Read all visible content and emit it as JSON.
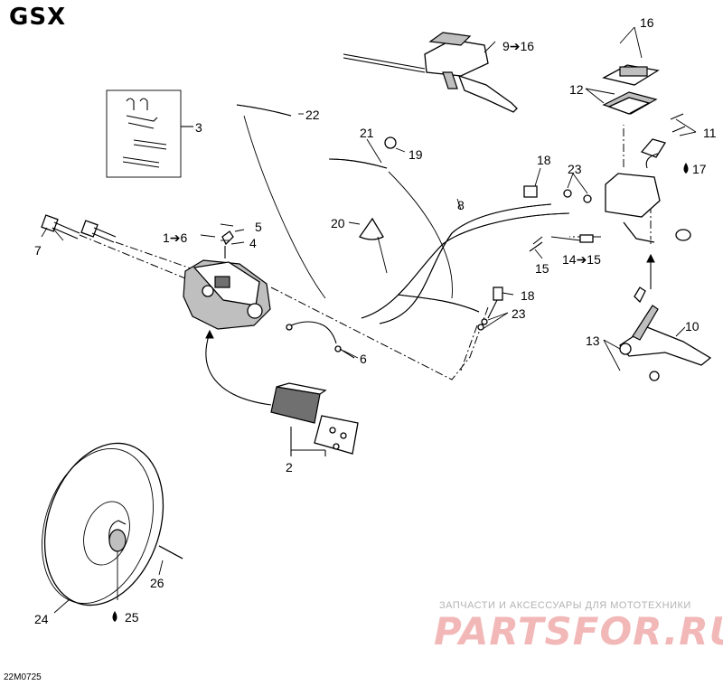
{
  "header": {
    "title": "GSX"
  },
  "diagram_code": "22M0725",
  "watermark": {
    "subtitle": "ЗАПЧАСТИ И АКСЕССУАРЫ ДЛЯ МОТОТЕХНИКИ",
    "logo": "PARTSFOR.RU",
    "color": "#f2b8b8"
  },
  "callouts": {
    "c1_6": "1➔6",
    "c2": "2",
    "c3": "3",
    "c4": "4",
    "c5": "5",
    "c6": "6",
    "c7": "7",
    "c8": "8",
    "c9_16": "9➔16",
    "c10": "10",
    "c11": "11",
    "c12": "12",
    "c13": "13",
    "c14_15": "14➔15",
    "c15": "15",
    "c16": "16",
    "c17": "17",
    "c18a": "18",
    "c18b": "18",
    "c19": "19",
    "c20": "20",
    "c21": "21",
    "c22": "22",
    "c23a": "23",
    "c23b": "23",
    "c24": "24",
    "c25": "25",
    "c26": "26"
  },
  "icons": {
    "fluid_drop": "drop-icon",
    "arrow": "arrow-icon"
  }
}
